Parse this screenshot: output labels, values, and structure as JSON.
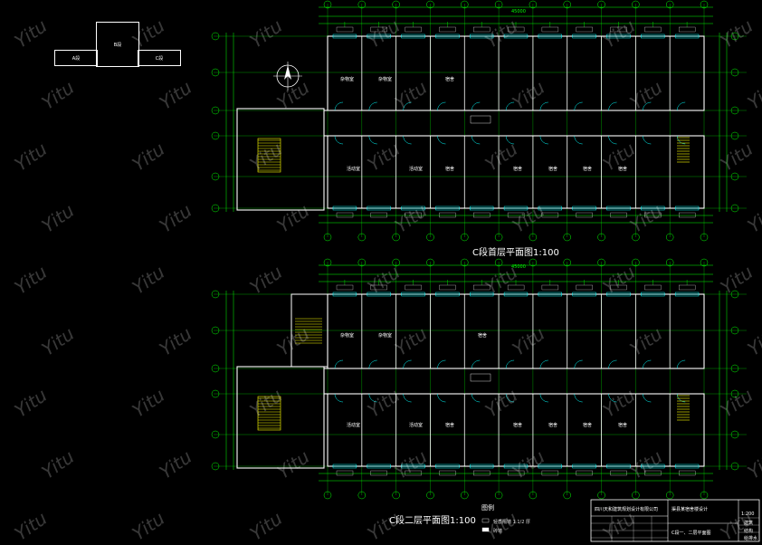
{
  "key_plan": {
    "a": "A段",
    "b": "B段",
    "c": "C段"
  },
  "plan1": {
    "title": "C段首层平面图1:100",
    "overall_dim": "45000"
  },
  "plan2": {
    "title": "C段二层平面图1:100",
    "overall_dim": "45000"
  },
  "legend": {
    "title": "图例",
    "items": [
      "轻质隔墙 1 1/2 厚",
      "砖墙"
    ]
  },
  "rooms": {
    "office": "活动室",
    "dorm": "宿舍",
    "storage": "杂物室",
    "stair": "楼梯间"
  },
  "title_block": {
    "company": "四川天和建筑规划设计有限公司",
    "project": "渠县某宿舍楼设计",
    "drawing": "C段一、二层平面图",
    "scale": "1:200",
    "role1": "建筑",
    "role2": "结构",
    "role3": "给排水"
  },
  "watermark": "Yitu",
  "colors": {
    "wall": "#ffffff",
    "grid": "#00ff00",
    "window": "#00ffff",
    "stair": "#ffff00",
    "dim": "#00ff00"
  }
}
